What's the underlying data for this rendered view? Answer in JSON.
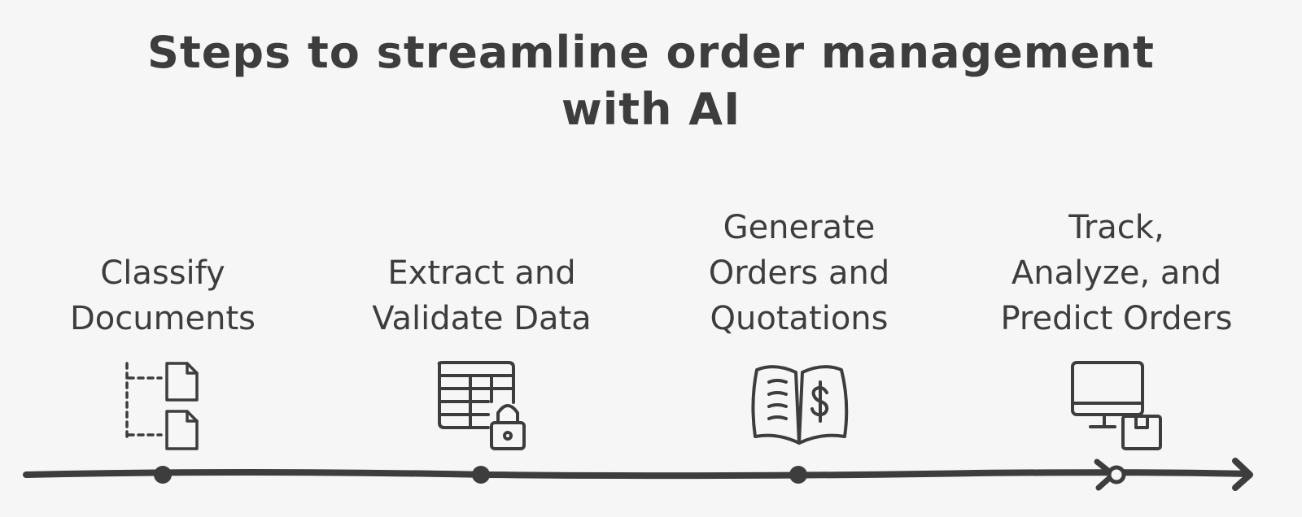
{
  "title": {
    "line1": "Steps to streamline order management",
    "line2": "with AI"
  },
  "steps": [
    {
      "lines": [
        "Classify",
        "Documents"
      ],
      "icon": "document-tree-icon"
    },
    {
      "lines": [
        "Extract and",
        "Validate Data"
      ],
      "icon": "locked-table-icon"
    },
    {
      "lines": [
        "Generate",
        "Orders and",
        "Quotations"
      ],
      "icon": "ledger-book-dollar-icon"
    },
    {
      "lines": [
        "Track,",
        "Analyze, and",
        "Predict Orders"
      ],
      "icon": "monitor-package-icon"
    }
  ],
  "colors": {
    "ink": "#3d3d3d",
    "background": "#f6f6f6"
  }
}
